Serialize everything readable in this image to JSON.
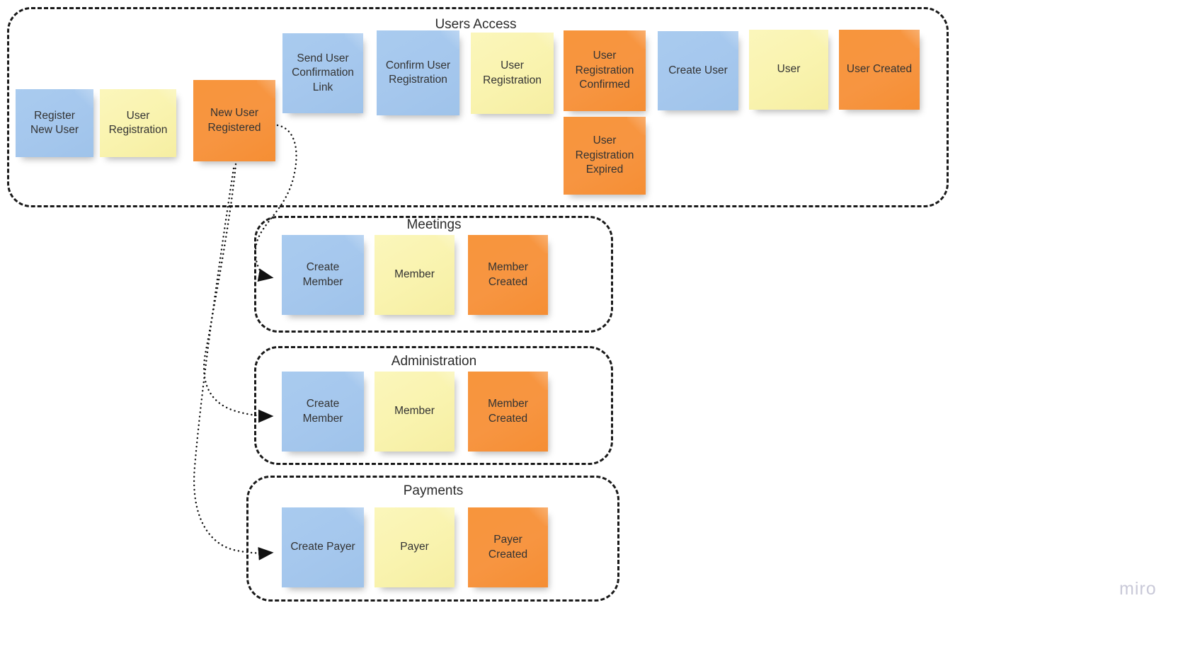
{
  "board": {
    "watermark": "miro",
    "colors": {
      "blue": "#a5c7ed",
      "yellow": "#f9f3ae",
      "orange": "#f7953c",
      "border": "#1a1a1a",
      "text": "#333333",
      "watermark": "#c9c9d8"
    }
  },
  "groups": [
    {
      "id": "users-access",
      "title": "Users Access",
      "notes": [
        {
          "label": "Register New User",
          "color": "blue"
        },
        {
          "label": "User Registration",
          "color": "yellow"
        },
        {
          "label": "New User Registered",
          "color": "orange"
        },
        {
          "label": "Send User Confirmation Link",
          "color": "blue"
        },
        {
          "label": "Confirm User Registration",
          "color": "blue"
        },
        {
          "label": "User Registration",
          "color": "yellow"
        },
        {
          "label": "User Registration Confirmed",
          "color": "orange"
        },
        {
          "label": "Create User",
          "color": "blue"
        },
        {
          "label": "User",
          "color": "yellow"
        },
        {
          "label": "User Created",
          "color": "orange"
        },
        {
          "label": "User Registration Expired",
          "color": "orange"
        }
      ]
    },
    {
      "id": "meetings",
      "title": "Meetings",
      "notes": [
        {
          "label": "Create Member",
          "color": "blue"
        },
        {
          "label": "Member",
          "color": "yellow"
        },
        {
          "label": "Member Created",
          "color": "orange"
        }
      ]
    },
    {
      "id": "administration",
      "title": "Administration",
      "notes": [
        {
          "label": "Create Member",
          "color": "blue"
        },
        {
          "label": "Member",
          "color": "yellow"
        },
        {
          "label": "Member Created",
          "color": "orange"
        }
      ]
    },
    {
      "id": "payments",
      "title": "Payments",
      "notes": [
        {
          "label": "Create Payer",
          "color": "blue"
        },
        {
          "label": "Payer",
          "color": "yellow"
        },
        {
          "label": "Payer Created",
          "color": "orange"
        }
      ]
    }
  ]
}
